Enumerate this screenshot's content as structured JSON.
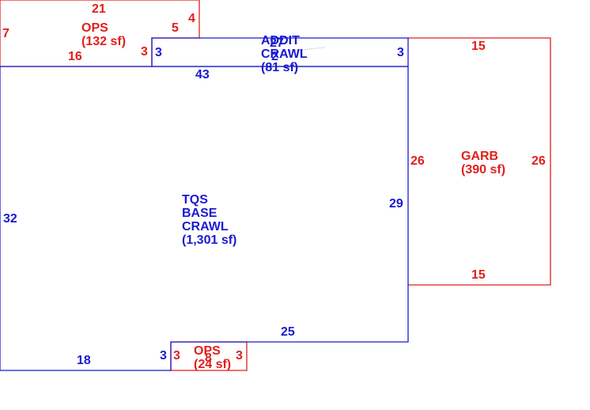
{
  "colors": {
    "addition": "#e0201c",
    "base": "#1a1ad0"
  },
  "areas": [
    {
      "id": "ops-top",
      "name": "OPS",
      "area": "(132 sf)",
      "color": "addition"
    },
    {
      "id": "addit-crawl",
      "name_lines": [
        "ADDIT",
        "CRAWL"
      ],
      "area": "(81 sf)",
      "color": "base"
    },
    {
      "id": "garb",
      "name": "GARB",
      "area": "(390 sf)",
      "color": "addition"
    },
    {
      "id": "tqs-base",
      "name_lines": [
        "TQS",
        "BASE",
        "CRAWL"
      ],
      "area": "(1,301 sf)",
      "color": "base"
    },
    {
      "id": "ops-bottom",
      "name": "OPS",
      "area": "(24 sf)",
      "color": "addition"
    }
  ],
  "dimensions": {
    "ops_top": {
      "top": "21",
      "left": "7",
      "right": "4",
      "inner_top": "5",
      "bottom": "16",
      "inner_side": "3"
    },
    "addit": {
      "left": "3",
      "right": "3",
      "overlap_a": "27",
      "overlap_b": "2"
    },
    "garb": {
      "top": "15",
      "left": "26",
      "right": "26",
      "bottom": "15"
    },
    "base": {
      "top": "43",
      "left": "32",
      "right": "29",
      "bottom_right": "25",
      "bottom_left": "18",
      "notch": "3"
    },
    "ops_bottom": {
      "left": "3",
      "right": "3",
      "top": "8"
    }
  }
}
